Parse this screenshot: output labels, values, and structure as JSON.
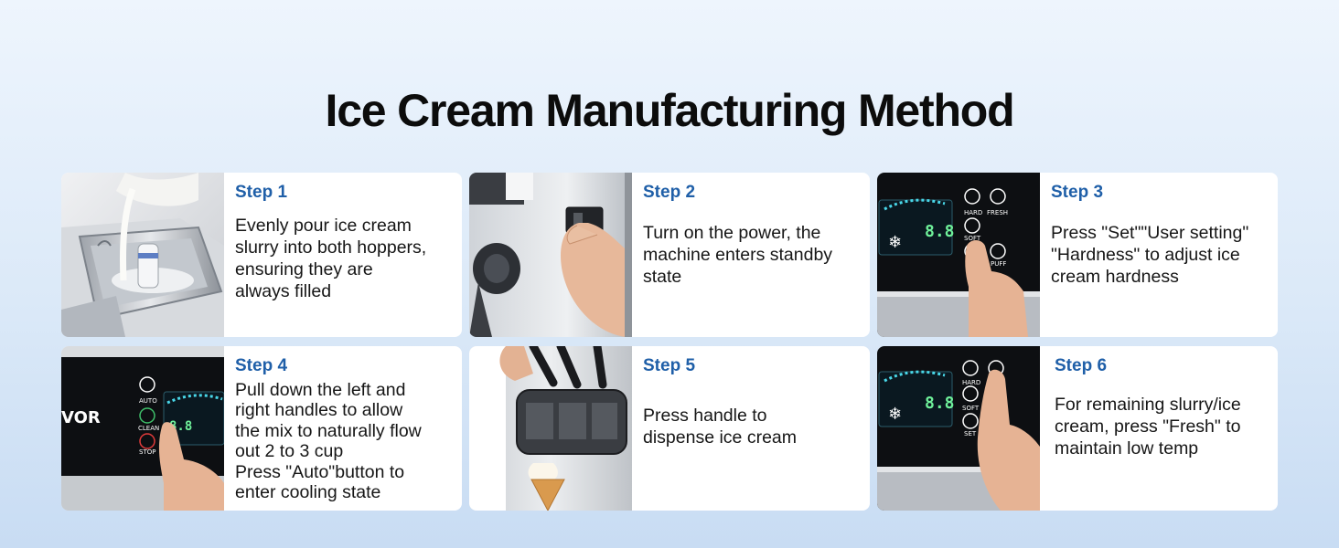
{
  "title": "Ice Cream Manufacturing Method",
  "steps": [
    {
      "label": "Step 1",
      "text": "Evenly pour ice cream\nslurry into both hoppers,\nensuring they are\nalways filled"
    },
    {
      "label": "Step 2",
      "text": "Turn on the power, the\nmachine enters standby\nstate"
    },
    {
      "label": "Step 3",
      "text": "Press \"Set\"\"User setting\"\n\"Hardness\" to adjust ice\ncream hardness"
    },
    {
      "label": "Step 4",
      "text": "Pull down the left and\nright handles  to allow\nthe mix to naturally  flow\nout 2 to 3 cup\nPress \"Auto\"button to\nenter cooling state"
    },
    {
      "label": "Step 5",
      "text": "Press handle to\ndispense ice cream"
    },
    {
      "label": "Step 6",
      "text": "For remaining slurry/ice\ncream, press \"Fresh\" to\nmaintain low temp"
    }
  ],
  "panel_labels": {
    "hard": "HARD",
    "fresh": "FRESH",
    "soft": "SOFT",
    "set": "SET",
    "puff": "PUFF",
    "auto": "AUTO",
    "clean": "CLEAN",
    "stop": "STOP",
    "brand_fragment": "VOR",
    "display_digits": "8.8"
  },
  "colors": {
    "step_label": "#1f5fa8",
    "panel_black": "#0d0f12",
    "display_teal": "#49d7e8",
    "stop_red": "#e23b3b",
    "clean_green": "#3fbf6a"
  }
}
